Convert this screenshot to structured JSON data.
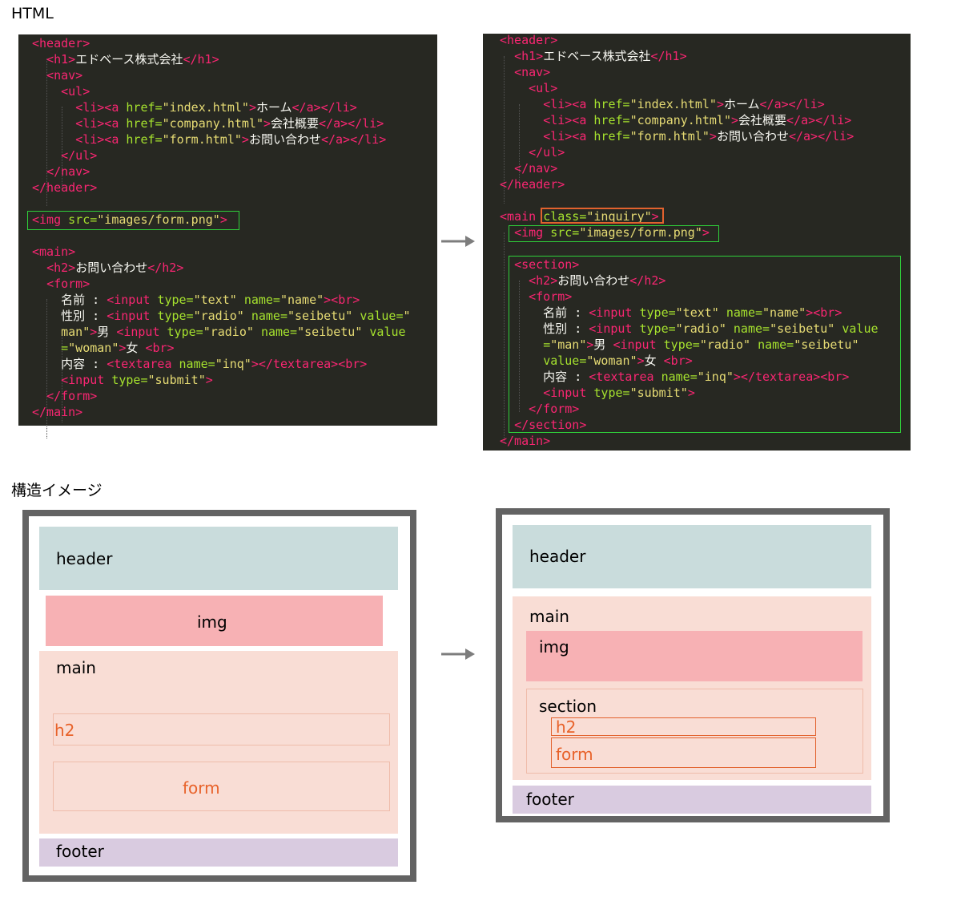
{
  "titles": {
    "html": "HTML",
    "structure": "構造イメージ"
  },
  "code_before": [
    [
      [
        "t",
        "<header>"
      ]
    ],
    [
      [
        "p",
        "  "
      ],
      [
        "t",
        "<h1>"
      ],
      [
        "p",
        "エドベース株式会社"
      ],
      [
        "t",
        "</h1>"
      ]
    ],
    [
      [
        "p",
        "  "
      ],
      [
        "t",
        "<nav>"
      ]
    ],
    [
      [
        "p",
        "    "
      ],
      [
        "t",
        "<ul>"
      ]
    ],
    [
      [
        "p",
        "      "
      ],
      [
        "t",
        "<li><a "
      ],
      [
        "a",
        "href="
      ],
      [
        "s",
        "\"index.html\""
      ],
      [
        "t",
        ">"
      ],
      [
        "p",
        "ホーム"
      ],
      [
        "t",
        "</a></li>"
      ]
    ],
    [
      [
        "p",
        "      "
      ],
      [
        "t",
        "<li><a "
      ],
      [
        "a",
        "href="
      ],
      [
        "s",
        "\"company.html\""
      ],
      [
        "t",
        ">"
      ],
      [
        "p",
        "会社概要"
      ],
      [
        "t",
        "</a></li>"
      ]
    ],
    [
      [
        "p",
        "      "
      ],
      [
        "t",
        "<li><a "
      ],
      [
        "a",
        "href="
      ],
      [
        "s",
        "\"form.html\""
      ],
      [
        "t",
        ">"
      ],
      [
        "p",
        "お問い合わせ"
      ],
      [
        "t",
        "</a></li>"
      ]
    ],
    [
      [
        "p",
        "    "
      ],
      [
        "t",
        "</ul>"
      ]
    ],
    [
      [
        "p",
        "  "
      ],
      [
        "t",
        "</nav>"
      ]
    ],
    [
      [
        "t",
        "</header>"
      ]
    ],
    [],
    [
      [
        "t",
        "<img "
      ],
      [
        "a",
        "src="
      ],
      [
        "s",
        "\"images/form.png\""
      ],
      [
        "t",
        ">"
      ]
    ],
    [],
    [
      [
        "t",
        "<main>"
      ]
    ],
    [
      [
        "p",
        "  "
      ],
      [
        "t",
        "<h2>"
      ],
      [
        "p",
        "お問い合わせ"
      ],
      [
        "t",
        "</h2>"
      ]
    ],
    [
      [
        "p",
        "  "
      ],
      [
        "t",
        "<form>"
      ]
    ],
    [
      [
        "p",
        "    名前 : "
      ],
      [
        "t",
        "<input "
      ],
      [
        "a",
        "type="
      ],
      [
        "s",
        "\"text\" "
      ],
      [
        "a",
        "name="
      ],
      [
        "s",
        "\"name\""
      ],
      [
        "t",
        "><br>"
      ]
    ],
    [
      [
        "p",
        "    性別 : "
      ],
      [
        "t",
        "<input "
      ],
      [
        "a",
        "type="
      ],
      [
        "s",
        "\"radio\" "
      ],
      [
        "a",
        "name="
      ],
      [
        "s",
        "\"seibetu\" "
      ],
      [
        "a",
        "value="
      ],
      [
        "s",
        "\""
      ]
    ],
    [
      [
        "p",
        "    "
      ],
      [
        "s",
        "man\""
      ],
      [
        "t",
        ">"
      ],
      [
        "p",
        "男 "
      ],
      [
        "t",
        "<input "
      ],
      [
        "a",
        "type="
      ],
      [
        "s",
        "\"radio\" "
      ],
      [
        "a",
        "name="
      ],
      [
        "s",
        "\"seibetu\" "
      ],
      [
        "a",
        "value"
      ]
    ],
    [
      [
        "p",
        "    "
      ],
      [
        "a",
        "="
      ],
      [
        "s",
        "\"woman\""
      ],
      [
        "t",
        ">"
      ],
      [
        "p",
        "女 "
      ],
      [
        "t",
        "<br>"
      ]
    ],
    [
      [
        "p",
        "    内容 : "
      ],
      [
        "t",
        "<textarea "
      ],
      [
        "a",
        "name="
      ],
      [
        "s",
        "\"inq\""
      ],
      [
        "t",
        "></textarea><br>"
      ]
    ],
    [
      [
        "p",
        "    "
      ],
      [
        "t",
        "<input "
      ],
      [
        "a",
        "type="
      ],
      [
        "s",
        "\"submit\""
      ],
      [
        "t",
        ">"
      ]
    ],
    [
      [
        "p",
        "  "
      ],
      [
        "t",
        "</form>"
      ]
    ],
    [
      [
        "t",
        "</main>"
      ]
    ]
  ],
  "code_after": [
    [
      [
        "t",
        "<header>"
      ]
    ],
    [
      [
        "p",
        "  "
      ],
      [
        "t",
        "<h1>"
      ],
      [
        "p",
        "エドベース株式会社"
      ],
      [
        "t",
        "</h1>"
      ]
    ],
    [
      [
        "p",
        "  "
      ],
      [
        "t",
        "<nav>"
      ]
    ],
    [
      [
        "p",
        "    "
      ],
      [
        "t",
        "<ul>"
      ]
    ],
    [
      [
        "p",
        "      "
      ],
      [
        "t",
        "<li><a "
      ],
      [
        "a",
        "href="
      ],
      [
        "s",
        "\"index.html\""
      ],
      [
        "t",
        ">"
      ],
      [
        "p",
        "ホーム"
      ],
      [
        "t",
        "</a></li>"
      ]
    ],
    [
      [
        "p",
        "      "
      ],
      [
        "t",
        "<li><a "
      ],
      [
        "a",
        "href="
      ],
      [
        "s",
        "\"company.html\""
      ],
      [
        "t",
        ">"
      ],
      [
        "p",
        "会社概要"
      ],
      [
        "t",
        "</a></li>"
      ]
    ],
    [
      [
        "p",
        "      "
      ],
      [
        "t",
        "<li><a "
      ],
      [
        "a",
        "href="
      ],
      [
        "s",
        "\"form.html\""
      ],
      [
        "t",
        ">"
      ],
      [
        "p",
        "お問い合わせ"
      ],
      [
        "t",
        "</a></li>"
      ]
    ],
    [
      [
        "p",
        "    "
      ],
      [
        "t",
        "</ul>"
      ]
    ],
    [
      [
        "p",
        "  "
      ],
      [
        "t",
        "</nav>"
      ]
    ],
    [
      [
        "t",
        "</header>"
      ]
    ],
    [],
    [
      [
        "t",
        "<main "
      ],
      [
        "a",
        "class="
      ],
      [
        "s",
        "\"inquiry\""
      ],
      [
        "t",
        ">"
      ]
    ],
    [
      [
        "p",
        "  "
      ],
      [
        "t",
        "<img "
      ],
      [
        "a",
        "src="
      ],
      [
        "s",
        "\"images/form.png\""
      ],
      [
        "t",
        ">"
      ]
    ],
    [],
    [
      [
        "p",
        "  "
      ],
      [
        "t",
        "<section>"
      ]
    ],
    [
      [
        "p",
        "    "
      ],
      [
        "t",
        "<h2>"
      ],
      [
        "p",
        "お問い合わせ"
      ],
      [
        "t",
        "</h2>"
      ]
    ],
    [
      [
        "p",
        "    "
      ],
      [
        "t",
        "<form>"
      ]
    ],
    [
      [
        "p",
        "      名前 : "
      ],
      [
        "t",
        "<input "
      ],
      [
        "a",
        "type="
      ],
      [
        "s",
        "\"text\" "
      ],
      [
        "a",
        "name="
      ],
      [
        "s",
        "\"name\""
      ],
      [
        "t",
        "><br>"
      ]
    ],
    [
      [
        "p",
        "      性別 : "
      ],
      [
        "t",
        "<input "
      ],
      [
        "a",
        "type="
      ],
      [
        "s",
        "\"radio\" "
      ],
      [
        "a",
        "name="
      ],
      [
        "s",
        "\"seibetu\" "
      ],
      [
        "a",
        "value"
      ]
    ],
    [
      [
        "p",
        "      "
      ],
      [
        "a",
        "="
      ],
      [
        "s",
        "\"man\""
      ],
      [
        "t",
        ">"
      ],
      [
        "p",
        "男 "
      ],
      [
        "t",
        "<input "
      ],
      [
        "a",
        "type="
      ],
      [
        "s",
        "\"radio\" "
      ],
      [
        "a",
        "name="
      ],
      [
        "s",
        "\"seibetu\""
      ]
    ],
    [
      [
        "p",
        "      "
      ],
      [
        "a",
        "value="
      ],
      [
        "s",
        "\"woman\""
      ],
      [
        "t",
        ">"
      ],
      [
        "p",
        "女 "
      ],
      [
        "t",
        "<br>"
      ]
    ],
    [
      [
        "p",
        "      内容 : "
      ],
      [
        "t",
        "<textarea "
      ],
      [
        "a",
        "name="
      ],
      [
        "s",
        "\"inq\""
      ],
      [
        "t",
        "></textarea><br>"
      ]
    ],
    [
      [
        "p",
        "      "
      ],
      [
        "t",
        "<input "
      ],
      [
        "a",
        "type="
      ],
      [
        "s",
        "\"submit\""
      ],
      [
        "t",
        ">"
      ]
    ],
    [
      [
        "p",
        "    "
      ],
      [
        "t",
        "</form>"
      ]
    ],
    [
      [
        "p",
        "  "
      ],
      [
        "t",
        "</section>"
      ]
    ],
    [
      [
        "t",
        "</main>"
      ]
    ]
  ],
  "diagram_before": {
    "header": "header",
    "img": "img",
    "main": "main",
    "h2": "h2",
    "form": "form",
    "footer": "footer"
  },
  "diagram_after": {
    "header": "header",
    "main": "main",
    "img": "img",
    "section": "section",
    "h2": "h2",
    "form": "form",
    "footer": "footer"
  },
  "colors": {
    "code_bg": "#272822",
    "tag": "#f92672",
    "attr": "#a6e22e",
    "string": "#e6db74",
    "highlight_green": "#2fcf3a",
    "highlight_orange": "#e2622e",
    "header_box": "#c9dcdc",
    "img_box": "#f7b1b4",
    "main_box": "#f9ddd5",
    "footer_box": "#d9cbe0",
    "frame": "#636363"
  }
}
